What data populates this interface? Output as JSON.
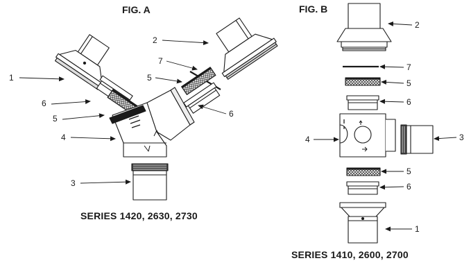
{
  "fig_a": {
    "title": "FIG. A",
    "series": "SERIES 1420, 2630, 2730",
    "callouts": [
      "1",
      "2",
      "7",
      "5",
      "6",
      "6",
      "5",
      "4",
      "3"
    ]
  },
  "fig_b": {
    "title": "FIG. B",
    "series": "SERIES  1410, 2600, 2700",
    "callouts": [
      "2",
      "7",
      "5",
      "6",
      "4",
      "3",
      "5",
      "6",
      "1"
    ]
  },
  "colors": {
    "ink": "#1a1a1a",
    "part_fill": "#ffffff",
    "mesh": "#444444"
  }
}
